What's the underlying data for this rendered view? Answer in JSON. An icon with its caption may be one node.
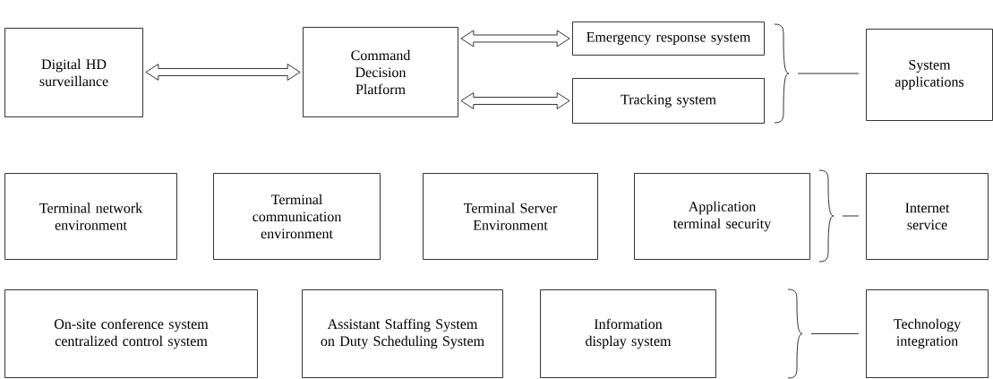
{
  "diagram": {
    "nodes": [
      {
        "text": [
          "Digital HD surveillance"
        ]
      },
      {
        "text": [
          "Command Decision Platform"
        ]
      },
      {
        "text": [
          "Emergency response system"
        ]
      },
      {
        "text": [
          "Tracking system"
        ]
      },
      {
        "text": [
          "System applications"
        ]
      },
      {
        "text": [
          "Terminal network environment"
        ]
      },
      {
        "text": [
          "Terminal communication environment"
        ]
      },
      {
        "text": [
          "Terminal Server Environment"
        ]
      },
      {
        "text": [
          "Application terminal security"
        ]
      },
      {
        "text": [
          "Internet service"
        ]
      },
      {
        "text": [
          "On-site conference system centralized control system"
        ]
      },
      {
        "text": [
          "Assistant Staffing System on Duty Scheduling System"
        ]
      },
      {
        "text": [
          "Information display system"
        ]
      },
      {
        "text": [
          "Technology integration"
        ]
      }
    ],
    "edges": [
      {
        "from": 0,
        "to": 1,
        "arrow": "both"
      },
      {
        "from": 1,
        "to": 2,
        "arrow": "both"
      },
      {
        "from": 1,
        "to": 3,
        "arrow": "both"
      }
    ]
  }
}
